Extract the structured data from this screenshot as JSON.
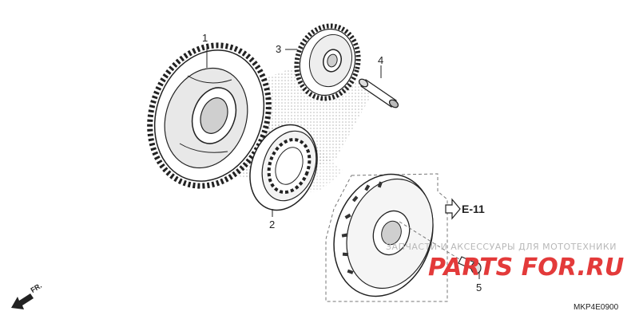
{
  "diagram": {
    "callouts": [
      "1",
      "2",
      "3",
      "4",
      "5"
    ],
    "reference_label": "E-11",
    "front_label": "FR.",
    "diagram_code": "MKP4E0900"
  },
  "watermark": {
    "text": "ЗАПЧАСТИ И АКСЕССУАРЫ ДЛЯ МОТОТЕХНИКИ",
    "logo": "PARTS FOR.RU"
  }
}
